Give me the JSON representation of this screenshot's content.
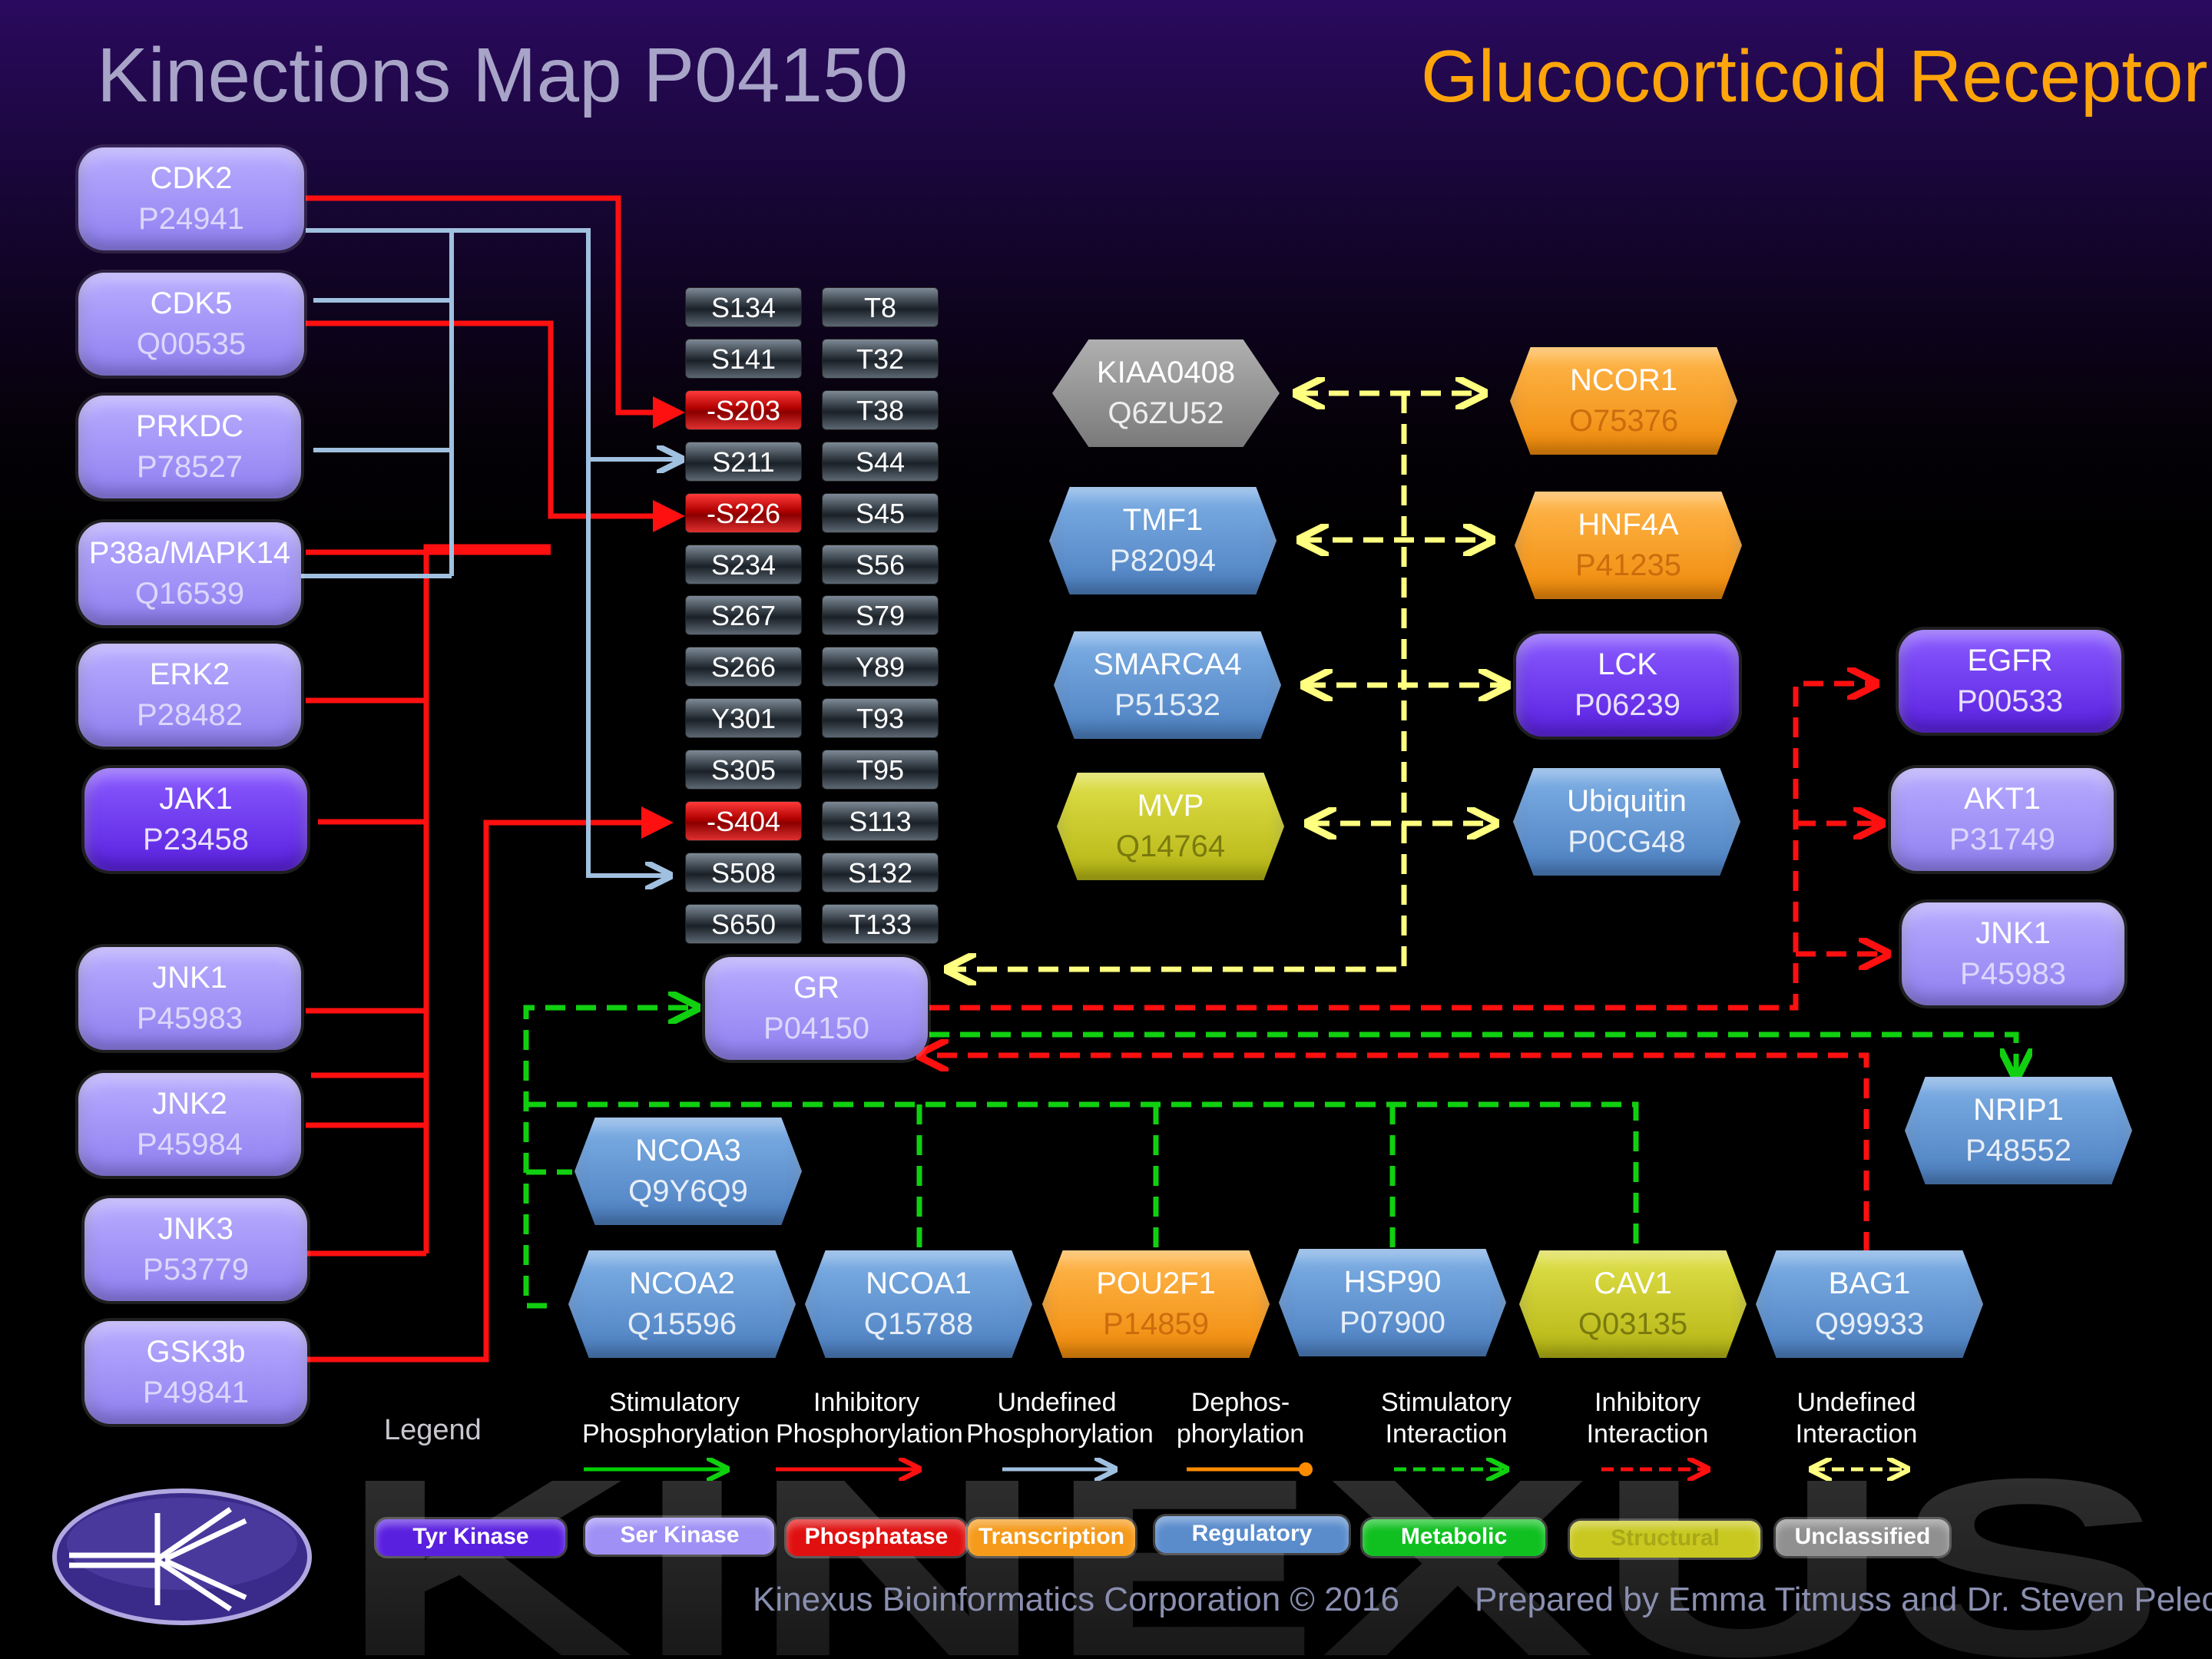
{
  "header": {
    "map_title": "Kinections Map P04150",
    "protein_title": "Glucocorticoid Receptor",
    "colors": {
      "map_title": "#a8a4c8",
      "protein_title": "#ffa50a"
    }
  },
  "kinases": [
    {
      "name": "CDK2",
      "code": "P24941",
      "type": "ser-kinase"
    },
    {
      "name": "CDK5",
      "code": "Q00535",
      "type": "ser-kinase"
    },
    {
      "name": "PRKDC",
      "code": "P78527",
      "type": "ser-kinase"
    },
    {
      "name": "P38a/MAPK14",
      "code": "Q16539",
      "type": "ser-kinase"
    },
    {
      "name": "ERK2",
      "code": "P28482",
      "type": "ser-kinase"
    },
    {
      "name": "JAK1",
      "code": "P23458",
      "type": "tyr-kinase"
    },
    {
      "name": "JNK1",
      "code": "P45983",
      "type": "ser-kinase"
    },
    {
      "name": "JNK2",
      "code": "P45984",
      "type": "ser-kinase"
    },
    {
      "name": "JNK3",
      "code": "P53779",
      "type": "ser-kinase"
    },
    {
      "name": "GSK3b",
      "code": "P49841",
      "type": "ser-kinase"
    }
  ],
  "sites": {
    "col1": [
      "S134",
      "S141",
      "-S203",
      "S211",
      "-S226",
      "S234",
      "S267",
      "S266",
      "Y301",
      "S305",
      "-S404",
      "S508",
      "S650"
    ],
    "col2": [
      "T8",
      "T32",
      "T38",
      "S44",
      "S45",
      "S56",
      "S79",
      "Y89",
      "T93",
      "T95",
      "S113",
      "S132",
      "T133"
    ],
    "highlighted": [
      "-S203",
      "-S226",
      "-S404"
    ]
  },
  "target": {
    "name": "GR",
    "code": "P04150",
    "type": "ser-kinase"
  },
  "interactors_left": [
    {
      "name": "KIAA0408",
      "code": "Q6ZU52",
      "type": "unclassified"
    },
    {
      "name": "TMF1",
      "code": "P82094",
      "type": "regulatory"
    },
    {
      "name": "SMARCA4",
      "code": "P51532",
      "type": "regulatory"
    },
    {
      "name": "MVP",
      "code": "Q14764",
      "type": "structural"
    }
  ],
  "interactors_right": [
    {
      "name": "NCOR1",
      "code": "O75376",
      "type": "transcription"
    },
    {
      "name": "HNF4A",
      "code": "P41235",
      "type": "transcription"
    },
    {
      "name": "LCK",
      "code": "P06239",
      "type": "tyr-kinase"
    },
    {
      "name": "Ubiquitin",
      "code": "P0CG48",
      "type": "regulatory"
    }
  ],
  "substrates": [
    {
      "name": "EGFR",
      "code": "P00533",
      "type": "tyr-kinase"
    },
    {
      "name": "AKT1",
      "code": "P31749",
      "type": "ser-kinase"
    },
    {
      "name": "JNK1",
      "code": "P45983",
      "type": "ser-kinase"
    },
    {
      "name": "NRIP1",
      "code": "P48552",
      "type": "regulatory"
    }
  ],
  "bottom_row": [
    {
      "name": "NCOA3",
      "code": "Q9Y6Q9",
      "type": "regulatory"
    },
    {
      "name": "NCOA2",
      "code": "Q15596",
      "type": "regulatory"
    },
    {
      "name": "NCOA1",
      "code": "Q15788",
      "type": "regulatory"
    },
    {
      "name": "POU2F1",
      "code": "P14859",
      "type": "transcription"
    },
    {
      "name": "HSP90",
      "code": "P07900",
      "type": "regulatory"
    },
    {
      "name": "CAV1",
      "code": "Q03135",
      "type": "structural"
    },
    {
      "name": "BAG1",
      "code": "Q99933",
      "type": "regulatory"
    }
  ],
  "legend": {
    "title": "Legend",
    "arrows": [
      {
        "label": "Stimulatory\nPhosphorylation",
        "color": "#00d000",
        "style": "solid"
      },
      {
        "label": "Inhibitory\nPhosphorylation",
        "color": "#ff1010",
        "style": "solid"
      },
      {
        "label": "Undefined\nPhosphorylation",
        "color": "#a0c0e0",
        "style": "solid"
      },
      {
        "label": "Dephos-\nphorylation",
        "color": "#ff8c00",
        "style": "dot"
      },
      {
        "label": "Stimulatory\nInteraction",
        "color": "#00d000",
        "style": "dashed"
      },
      {
        "label": "Inhibitory\nInteraction",
        "color": "#ff1010",
        "style": "dashed"
      },
      {
        "label": "Undefined\nInteraction",
        "color": "#ffff80",
        "style": "dashed-both"
      }
    ],
    "categories": [
      {
        "label": "Tyr Kinase",
        "color": "#5a20e0"
      },
      {
        "label": "Ser Kinase",
        "color": "#9f90f5"
      },
      {
        "label": "Phosphatase",
        "color": "#e01010"
      },
      {
        "label": "Transcription",
        "color": "#f59a1a"
      },
      {
        "label": "Regulatory",
        "color": "#5a8ccc"
      },
      {
        "label": "Metabolic",
        "color": "#10c020"
      },
      {
        "label": "Structural",
        "color": "#c8c820"
      },
      {
        "label": "Unclassified",
        "color": "#909090"
      }
    ]
  },
  "footer": {
    "watermark": "KINEXUS",
    "copyright": "Kinexus Bioinformatics Corporation © 2016",
    "prepared_by": "Prepared by Emma Titmuss and Dr. Steven Pelech"
  }
}
